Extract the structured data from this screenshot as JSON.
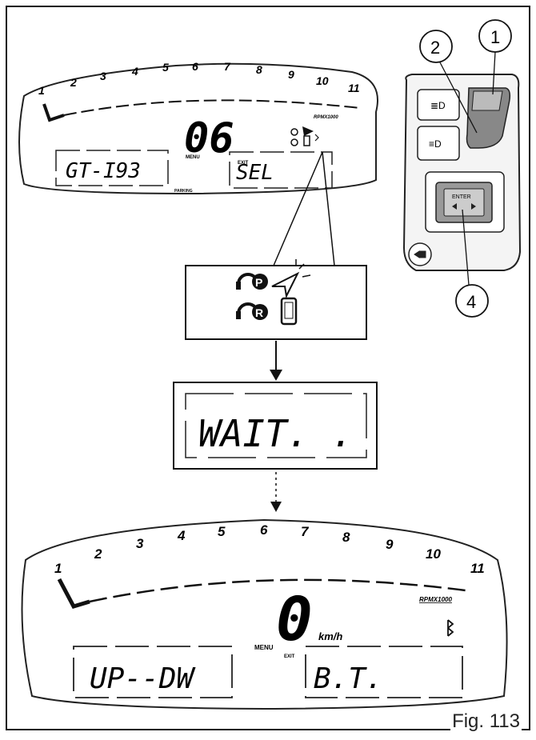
{
  "callouts": {
    "c1": "1",
    "c2": "2",
    "c4": "4"
  },
  "dash_top": {
    "ticks": [
      "1",
      "2",
      "3",
      "4",
      "5",
      "6",
      "7",
      "8",
      "9",
      "10",
      "11"
    ],
    "rpm_label": "RPMX1000",
    "main_value": "06",
    "menu_label": "MENU",
    "exit_label": "EXIT",
    "left_display": "GT-I93",
    "right_display": "SEL",
    "small_label": "PARKING"
  },
  "zoom_box": {
    "p_label": "P",
    "r_label": "R"
  },
  "wait_display": "WAIT. .",
  "dash_bottom": {
    "ticks": [
      "1",
      "2",
      "3",
      "4",
      "5",
      "6",
      "7",
      "8",
      "9",
      "10",
      "11"
    ],
    "rpm_label": "RPMX1000",
    "speed_value": "0",
    "speed_unit": "km/h",
    "menu_label": "MENU",
    "exit_label": "EXIT",
    "left_display": "UP--DW",
    "right_display": "B.T."
  },
  "control_block": {
    "enter_label": "ENTER"
  },
  "figure_label": "Fig. 113"
}
